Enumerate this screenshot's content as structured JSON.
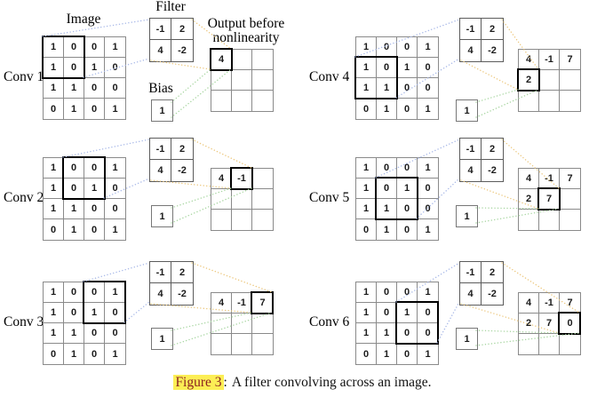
{
  "figure": {
    "caption_label": "Figure 3",
    "caption_colon": ":",
    "caption_text": "A filter convolving across an image."
  },
  "headers": {
    "image": "Image",
    "filter": "Filter",
    "output_line1": "Output before",
    "output_line2": "nonlinearity",
    "bias": "Bias"
  },
  "image": [
    [
      1,
      0,
      0,
      1
    ],
    [
      1,
      0,
      1,
      0
    ],
    [
      1,
      1,
      0,
      0
    ],
    [
      0,
      1,
      0,
      1
    ]
  ],
  "filter": [
    [
      -1,
      2
    ],
    [
      4,
      -2
    ]
  ],
  "bias": 1,
  "panels": [
    {
      "label": "Conv 1",
      "patch": {
        "row": 0,
        "col": 0
      },
      "bold": {
        "row": 0,
        "col": 0
      },
      "output": [
        [
          "4",
          "",
          ""
        ],
        [
          "",
          "",
          ""
        ],
        [
          "",
          "",
          ""
        ]
      ]
    },
    {
      "label": "Conv 2",
      "patch": {
        "row": 0,
        "col": 1
      },
      "bold": {
        "row": 0,
        "col": 1
      },
      "output": [
        [
          "4",
          "-1",
          ""
        ],
        [
          "",
          "",
          ""
        ],
        [
          "",
          "",
          ""
        ]
      ]
    },
    {
      "label": "Conv 3",
      "patch": {
        "row": 0,
        "col": 2
      },
      "bold": {
        "row": 0,
        "col": 2
      },
      "output": [
        [
          "4",
          "-1",
          "7"
        ],
        [
          "",
          "",
          ""
        ],
        [
          "",
          "",
          ""
        ]
      ]
    },
    {
      "label": "Conv 4",
      "patch": {
        "row": 1,
        "col": 0
      },
      "bold": {
        "row": 1,
        "col": 0
      },
      "output": [
        [
          "4",
          "-1",
          "7"
        ],
        [
          "2",
          "",
          ""
        ],
        [
          "",
          "",
          ""
        ]
      ]
    },
    {
      "label": "Conv 5",
      "patch": {
        "row": 1,
        "col": 1
      },
      "bold": {
        "row": 1,
        "col": 1
      },
      "output": [
        [
          "4",
          "-1",
          "7"
        ],
        [
          "2",
          "7",
          ""
        ],
        [
          "",
          "",
          ""
        ]
      ]
    },
    {
      "label": "Conv 6",
      "patch": {
        "row": 1,
        "col": 2
      },
      "bold": {
        "row": 1,
        "col": 2
      },
      "output": [
        [
          "4",
          "-1",
          "7"
        ],
        [
          "2",
          "7",
          "0"
        ],
        [
          "",
          "",
          ""
        ]
      ]
    }
  ],
  "colors": {
    "line_image_to_filter": "#a9b9e8",
    "line_filter_to_output": "#ecc77d",
    "line_bias_to_output": "#a9d6a2",
    "grid_line": "#8a8a8a",
    "highlight_border": "#000000",
    "figure_ref_text": "#8b2121",
    "figure_ref_highlight": "#fcee55"
  }
}
